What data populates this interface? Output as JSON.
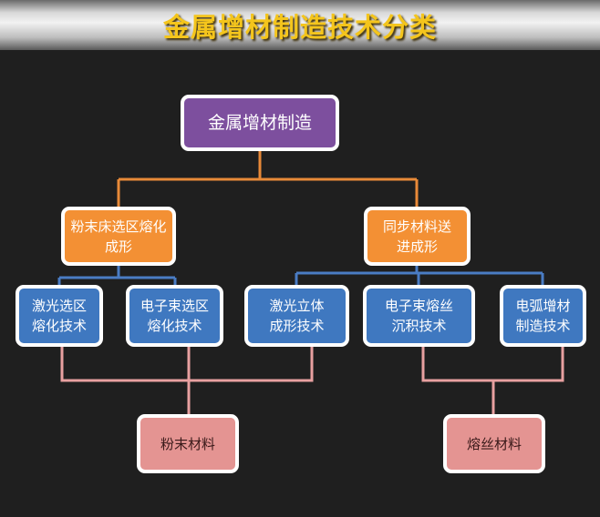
{
  "title": "金属增材制造技术分类",
  "root": "金属增材制造",
  "categories": [
    {
      "label": "粉末床选区熔化成形",
      "children": [
        "激光选区熔化技术",
        "电子束选区熔化技术"
      ]
    },
    {
      "label": "同步材料送进成形",
      "children": [
        "激光立体成形技术",
        "电子束熔丝沉积技术",
        "电弧增材制造技术"
      ]
    }
  ],
  "materials": [
    "粉末材料",
    "熔丝材料"
  ],
  "colors": {
    "root": "#7d4f9e",
    "category": "#f39034",
    "technique": "#3f78c0",
    "material": "#e49492",
    "title": "#f4c51c"
  }
}
